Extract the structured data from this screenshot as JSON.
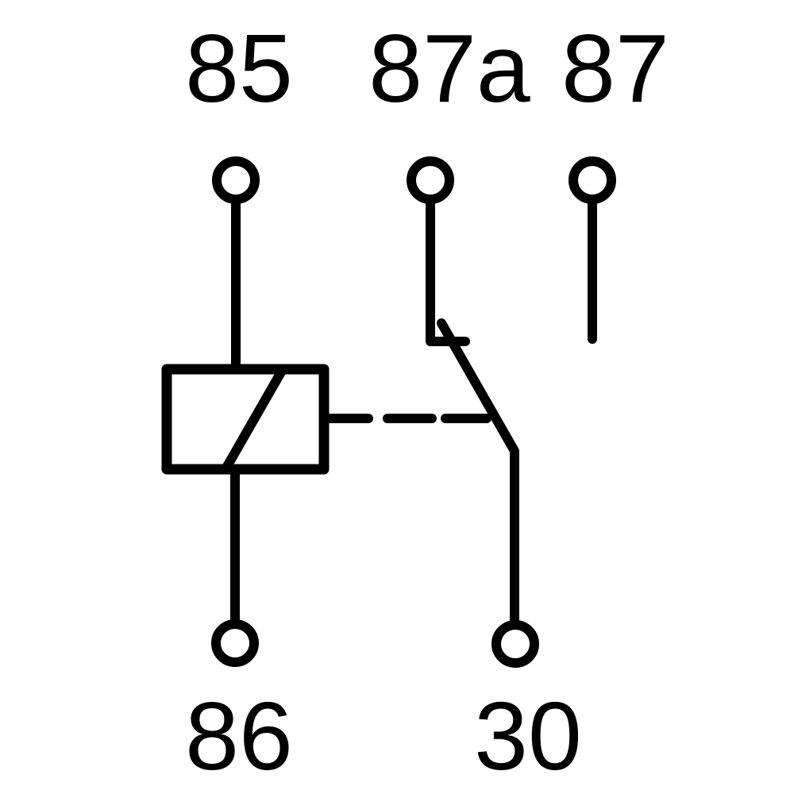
{
  "diagram": {
    "kind": "automotive-relay-pinout-schematic",
    "terminals": {
      "t85": "85",
      "t87a": "87a",
      "t87": "87",
      "t86": "86",
      "t30": "30"
    },
    "colors": {
      "line": "#000000",
      "background": "#ffffff",
      "label": "#000000"
    }
  }
}
